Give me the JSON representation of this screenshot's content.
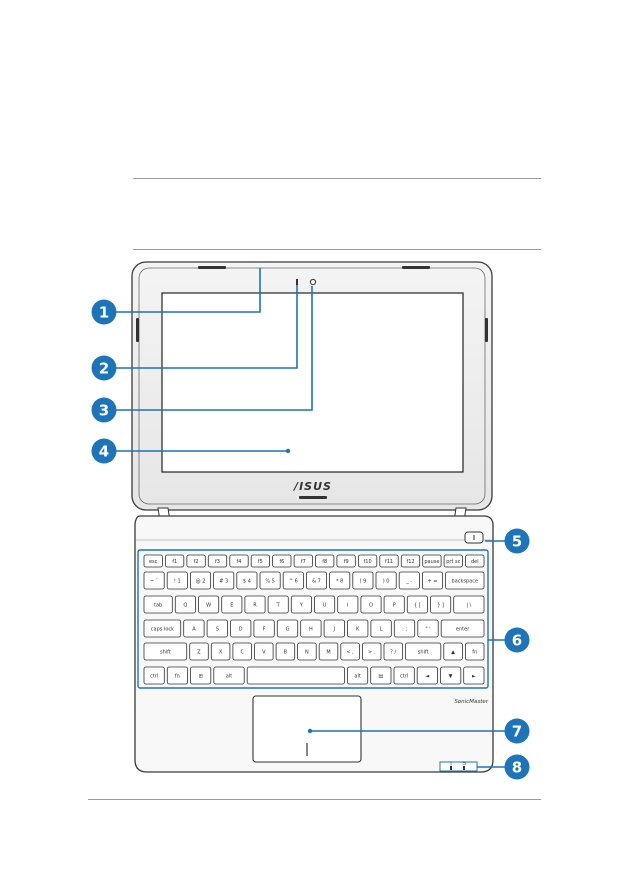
{
  "brand_logo": "/ISUS",
  "sonic_logo": "SonicMaster",
  "callouts": [
    {
      "num": "1"
    },
    {
      "num": "2"
    },
    {
      "num": "3"
    },
    {
      "num": "4"
    },
    {
      "num": "5"
    },
    {
      "num": "6"
    },
    {
      "num": "7"
    },
    {
      "num": "8"
    }
  ],
  "keyboard": {
    "row0": [
      "esc",
      "f1",
      "f2",
      "f3",
      "f4",
      "f5",
      "f6",
      "f7",
      "f8",
      "f9",
      "f10",
      "f11",
      "f12",
      "pause",
      "prt sc",
      "del"
    ],
    "row1": [
      "~ `",
      "! 1",
      "@ 2",
      "# 3",
      "$ 4",
      "% 5",
      "^ 6",
      "& 7",
      "* 8",
      "( 9",
      ") 0",
      "_ -",
      "+ =",
      "backspace"
    ],
    "row2": [
      "tab",
      "Q",
      "W",
      "E",
      "R",
      "T",
      "Y",
      "U",
      "I",
      "O",
      "P",
      "{ [",
      "} ]",
      "| \\"
    ],
    "row3": [
      "caps lock",
      "A",
      "S",
      "D",
      "F",
      "G",
      "H",
      "J",
      "K",
      "L",
      ": ;",
      "\" '",
      "enter"
    ],
    "row4": [
      "shift",
      "Z",
      "X",
      "C",
      "V",
      "B",
      "N",
      "M",
      "< ,",
      "> .",
      "? /",
      "shift",
      "▲",
      "fn"
    ],
    "row5": [
      "ctrl",
      "fn",
      "⊞",
      "alt",
      "",
      "alt",
      "▤",
      "ctrl",
      "◄",
      "▼",
      "►"
    ]
  },
  "led_labels": [
    "◊",
    "⊐"
  ],
  "colors": {
    "callout_fill": "#1d74b8",
    "keyboard_outline": "#1d74b8",
    "leader_line": "#1d74b8",
    "device_stroke": "#3a3a3a"
  }
}
